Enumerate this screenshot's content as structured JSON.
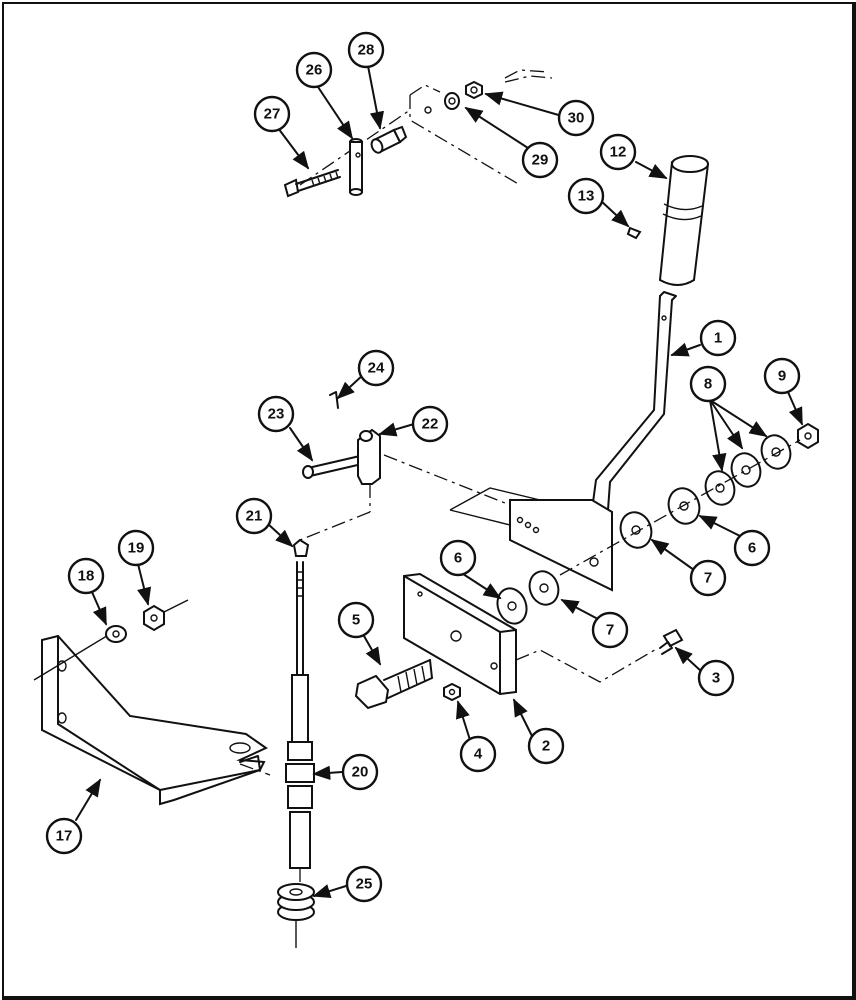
{
  "callouts": [
    {
      "label": "1",
      "cx": 0,
      "cy": 0
    },
    {
      "label": "2"
    },
    {
      "label": "3"
    },
    {
      "label": "4"
    },
    {
      "label": "5"
    },
    {
      "label": "6"
    },
    {
      "label": "6"
    },
    {
      "label": "7"
    },
    {
      "label": "7"
    },
    {
      "label": "8"
    },
    {
      "label": "9"
    },
    {
      "label": "12"
    },
    {
      "label": "13"
    },
    {
      "label": "17"
    },
    {
      "label": "18"
    },
    {
      "label": "19"
    },
    {
      "label": "20"
    },
    {
      "label": "21"
    },
    {
      "label": "22"
    },
    {
      "label": "23"
    },
    {
      "label": "24"
    },
    {
      "label": "25"
    },
    {
      "label": "26"
    },
    {
      "label": "27"
    },
    {
      "label": "28"
    },
    {
      "label": "29"
    },
    {
      "label": "30"
    }
  ],
  "colors": {
    "ink": "#111111",
    "paper": "#ffffff"
  }
}
